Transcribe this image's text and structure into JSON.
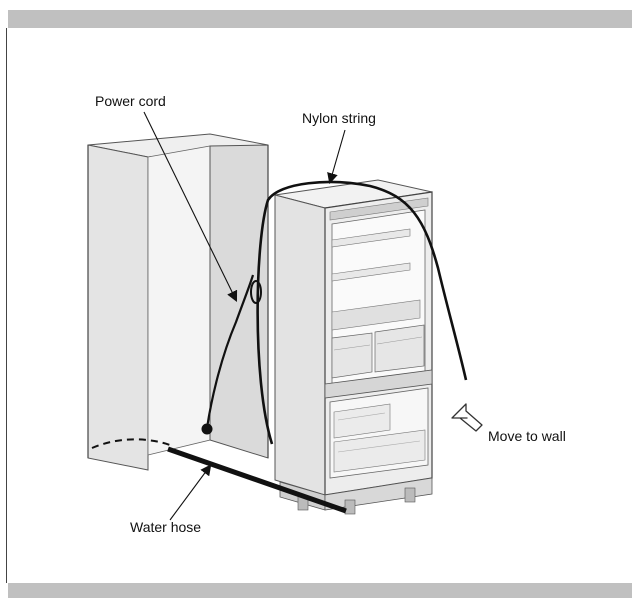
{
  "labels": {
    "power_cord": "Power cord",
    "nylon_string": "Nylon string",
    "move_to_wall": "Move to wall",
    "water_hose": "Water hose"
  },
  "colors": {
    "header_bar": "#c0c0c0",
    "cabinet_side": "#e2e2e2",
    "cabinet_back": "#d9d9d9",
    "line": "#111111"
  }
}
